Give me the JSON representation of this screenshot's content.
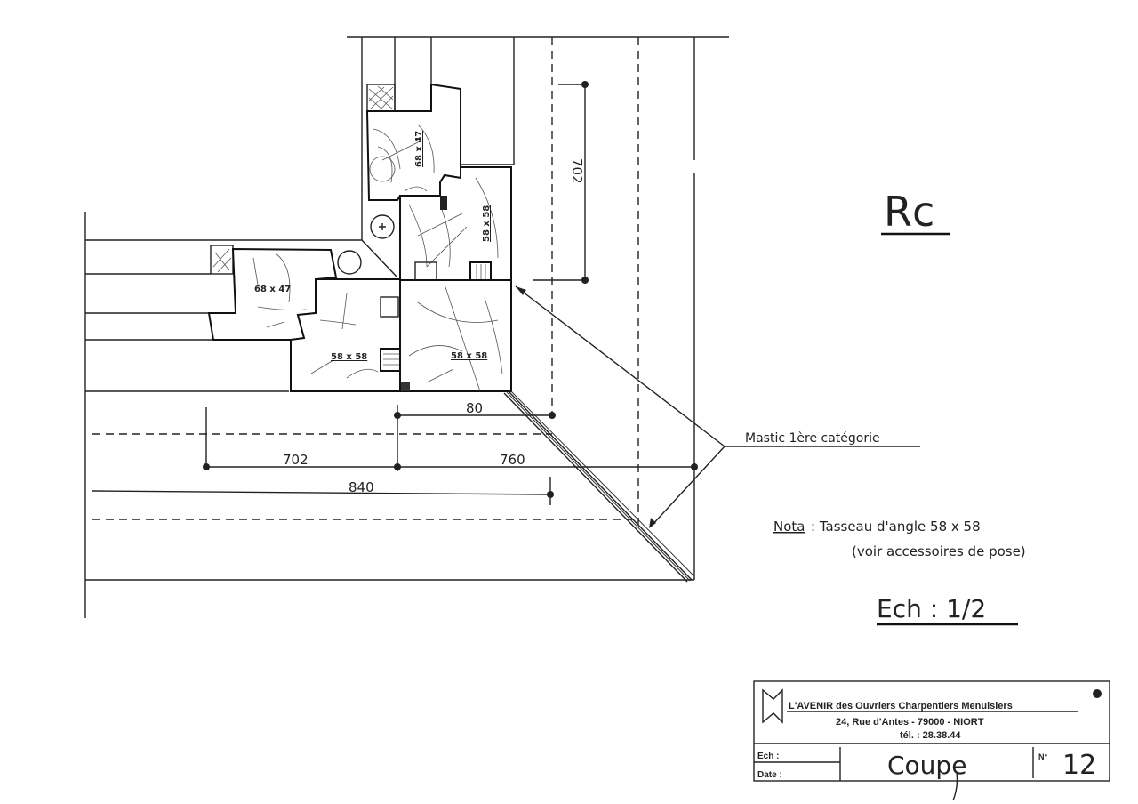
{
  "drawing": {
    "title": "Rc",
    "mastic_label": "Mastic 1ère catégorie",
    "nota_label": "Nota",
    "nota_line1": ": Tasseau d'angle  58 x 58",
    "nota_line2": "(voir accessoires de pose)",
    "scale_label": "Ech : 1/2"
  },
  "profiles": {
    "top_upper": "68 x 47",
    "top_lower": "58 x 58",
    "left_upper": "68 x 47",
    "left_lower": "58 x 58",
    "corner": "58 x 58"
  },
  "dimensions": {
    "vertical": "702",
    "d80": "80",
    "d702": "702",
    "d760": "760",
    "d840": "840"
  },
  "title_block": {
    "company": "L'AVENIR des Ouvriers Charpentiers Menuisiers",
    "address": "24, Rue d'Antes - 79000 - NIORT",
    "phone": "tél. : 28.38.44",
    "ech_label": "Ech :",
    "date_label": "Date :",
    "drawing_name": "Coupe",
    "number_label": "N°",
    "number": "12"
  }
}
